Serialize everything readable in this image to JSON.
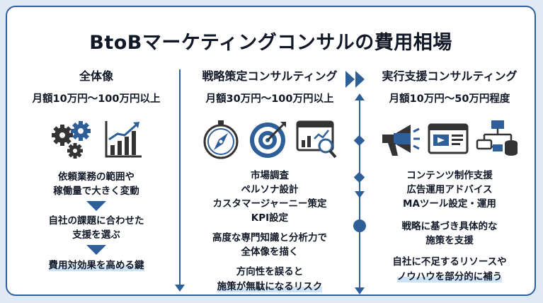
{
  "title": "BtoBマーケティングコンサルの費用相場",
  "columns": {
    "overall": {
      "heading": "全体像",
      "price": "月額10万円〜100万円以上",
      "steps": [
        "依頼業務の範囲や",
        "稼働量で大きく変動",
        "自社の課題に合わせた",
        "支援を選ぶ",
        "費用対効果を高める鍵"
      ],
      "icons": [
        "gears-icon",
        "growth-chart-icon"
      ]
    },
    "strategy": {
      "heading": "戦略策定コンサルティング",
      "price": "月額30万円〜100万円以上",
      "services": [
        "市場調査",
        "ペルソナ設計",
        "カスタマージャーニー策定",
        "KPI設定"
      ],
      "description": [
        "高度な専門知識と分析力で",
        "全体像を描く"
      ],
      "risk": [
        "方向性を誤ると",
        "施策が無駄になるリスク"
      ],
      "icons": [
        "compass-icon",
        "target-icon",
        "analytics-search-icon"
      ]
    },
    "execution": {
      "heading": "実行支援コンサルティング",
      "price": "月額10万円〜50万円程度",
      "services": [
        "コンテンツ制作支援",
        "広告運用アドバイス",
        "MAツール設定・運用"
      ],
      "description": [
        "戦略に基づき具体的な",
        "施策を支援"
      ],
      "benefit": [
        "自社に不足するリソースや",
        "ノウハウを部分的に補う"
      ],
      "icons": [
        "megaphone-icon",
        "web-ad-icon",
        "workflow-icon"
      ]
    }
  },
  "colors": {
    "accent": "#2f5f99",
    "highlight": "#cfe3f7",
    "background": "#dfeaf5"
  }
}
